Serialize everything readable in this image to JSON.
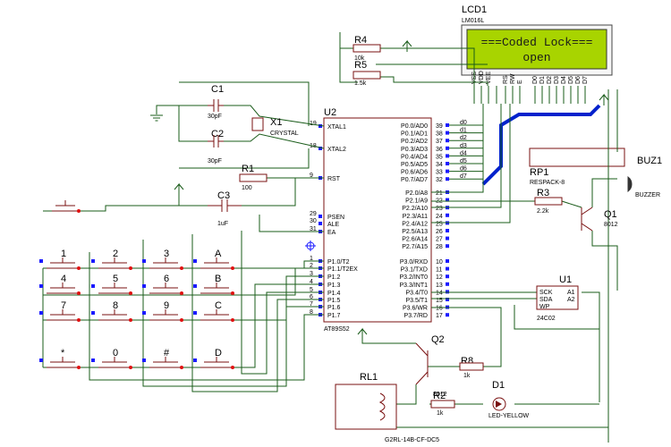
{
  "lcd": {
    "ref": "LCD1",
    "part": "LM016L",
    "line1": "===Coded Lock===",
    "line2": "open",
    "pins": [
      "VSS",
      "VDD",
      "VEE",
      "RS",
      "RW",
      "E",
      "D0",
      "D1",
      "D2",
      "D3",
      "D4",
      "D5",
      "D6",
      "D7"
    ]
  },
  "mcu": {
    "ref": "U2",
    "part": "AT89S52",
    "left_pins": [
      {
        "num": "19",
        "name": "XTAL1"
      },
      {
        "num": "18",
        "name": "XTAL2"
      },
      {
        "num": "9",
        "name": "RST"
      },
      {
        "num": "29",
        "name": "PSEN"
      },
      {
        "num": "30",
        "name": "ALE"
      },
      {
        "num": "31",
        "name": "EA"
      },
      {
        "num": "1",
        "name": "P1.0/T2"
      },
      {
        "num": "2",
        "name": "P1.1/T2EX"
      },
      {
        "num": "3",
        "name": "P1.2"
      },
      {
        "num": "4",
        "name": "P1.3"
      },
      {
        "num": "5",
        "name": "P1.4"
      },
      {
        "num": "6",
        "name": "P1.5"
      },
      {
        "num": "7",
        "name": "P1.6"
      },
      {
        "num": "8",
        "name": "P1.7"
      }
    ],
    "right_pins": [
      {
        "num": "39",
        "name": "P0.0/AD0"
      },
      {
        "num": "38",
        "name": "P0.1/AD1"
      },
      {
        "num": "37",
        "name": "P0.2/AD2"
      },
      {
        "num": "36",
        "name": "P0.3/AD3"
      },
      {
        "num": "35",
        "name": "P0.4/AD4"
      },
      {
        "num": "34",
        "name": "P0.5/AD5"
      },
      {
        "num": "33",
        "name": "P0.6/AD6"
      },
      {
        "num": "32",
        "name": "P0.7/AD7"
      },
      {
        "num": "21",
        "name": "P2.0/A8"
      },
      {
        "num": "22",
        "name": "P2.1/A9"
      },
      {
        "num": "23",
        "name": "P2.2/A10"
      },
      {
        "num": "24",
        "name": "P2.3/A11"
      },
      {
        "num": "25",
        "name": "P2.4/A12"
      },
      {
        "num": "26",
        "name": "P2.5/A13"
      },
      {
        "num": "27",
        "name": "P2.6/A14"
      },
      {
        "num": "28",
        "name": "P2.7/A15"
      },
      {
        "num": "10",
        "name": "P3.0/RXD"
      },
      {
        "num": "11",
        "name": "P3.1/TXD"
      },
      {
        "num": "12",
        "name": "P3.2/INT0"
      },
      {
        "num": "13",
        "name": "P3.3/INT1"
      },
      {
        "num": "14",
        "name": "P3.4/T0"
      },
      {
        "num": "15",
        "name": "P3.5/T1"
      },
      {
        "num": "16",
        "name": "P3.6/WR"
      },
      {
        "num": "17",
        "name": "P3.7/RD"
      }
    ]
  },
  "bus_labels": [
    "d0",
    "d1",
    "d2",
    "d3",
    "d4",
    "d5",
    "d6",
    "d7"
  ],
  "components": {
    "c1": {
      "ref": "C1",
      "value": "30pF"
    },
    "c2": {
      "ref": "C2",
      "value": "30pF"
    },
    "x1": {
      "ref": "X1",
      "value": "CRYSTAL"
    },
    "r1": {
      "ref": "R1",
      "value": "100"
    },
    "c3": {
      "ref": "C3",
      "value": "1uF"
    },
    "r4": {
      "ref": "R4",
      "value": "10k"
    },
    "r5": {
      "ref": "R5",
      "value": "1.5k"
    },
    "rp1": {
      "ref": "RP1",
      "value": "RESPACK-8"
    },
    "r3": {
      "ref": "R3",
      "value": "2.2k"
    },
    "q1": {
      "ref": "Q1",
      "value": "8012"
    },
    "buz1": {
      "ref": "BUZ1",
      "value": "BUZZER"
    },
    "u1": {
      "ref": "U1",
      "value": "24C02",
      "pins": [
        "SCK",
        "SDA",
        "WP",
        "A1",
        "A2"
      ]
    },
    "q2": {
      "ref": "Q2"
    },
    "r8": {
      "ref": "R8",
      "value": "1k"
    },
    "rl1": {
      "ref": "RL1",
      "value": "G2RL-14B-CF-DC5"
    },
    "r2": {
      "ref": "R2",
      "value": "1k",
      "extra": "8012"
    },
    "d1": {
      "ref": "D1",
      "value": "LED-YELLOW"
    }
  },
  "keypad": [
    "1",
    "2",
    "3",
    "A",
    "4",
    "5",
    "6",
    "B",
    "7",
    "8",
    "9",
    "C",
    "*",
    "0",
    "#",
    "D"
  ],
  "colors": {
    "wire": "#1a5c1a",
    "bus": "#0022cc",
    "component": "#7a1010",
    "lcd_bg": "#a8d400"
  }
}
